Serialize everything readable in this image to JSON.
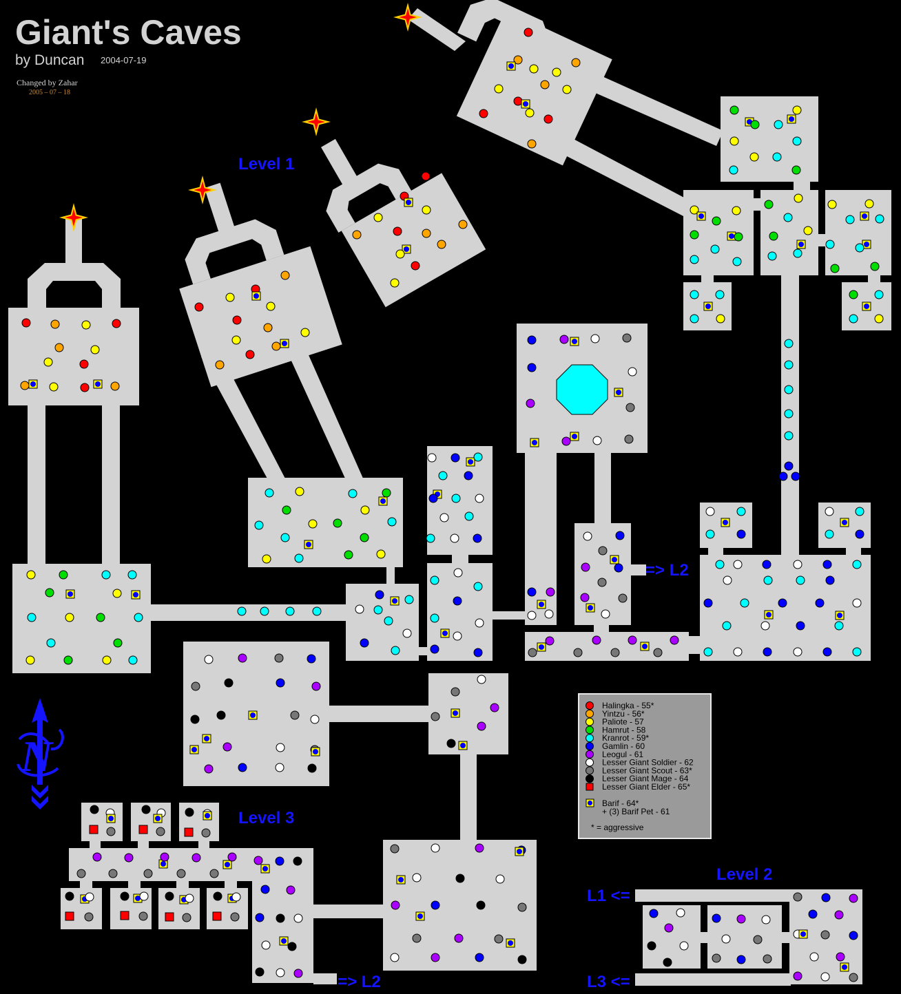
{
  "header": {
    "title": "Giant's Caves",
    "author": "by Duncan",
    "date": "2004-07-19",
    "changed_by": "Changed by Zahar",
    "changed_date": "2005 – 07 – 18"
  },
  "levels": {
    "level1": "Level 1",
    "level2": "Level 2",
    "level3": "Level 3"
  },
  "links": {
    "to_l2_a": "=> L2",
    "to_l2_b": "=> L2",
    "to_l1": "L1 <=",
    "to_l3": "L3 <="
  },
  "compass": {
    "icon": "north-compass-icon",
    "letter": "N"
  },
  "legend": {
    "items": [
      {
        "label": "Halingka - 55*",
        "color": "#ff0000",
        "shape": "circle"
      },
      {
        "label": "Yintzu - 56*",
        "color": "#ffa500",
        "shape": "circle"
      },
      {
        "label": "Paliote - 57",
        "color": "#ffff00",
        "shape": "circle"
      },
      {
        "label": "Hamrut - 58",
        "color": "#00dd00",
        "shape": "circle"
      },
      {
        "label": "Kranrot - 59*",
        "color": "#00ffff",
        "shape": "circle"
      },
      {
        "label": "Gamlin - 60",
        "color": "#0000ff",
        "shape": "circle"
      },
      {
        "label": "Leogul - 61",
        "color": "#aa00ff",
        "shape": "circle"
      },
      {
        "label": "Lesser Giant Soldier - 62",
        "color": "#ffffff",
        "shape": "circle"
      },
      {
        "label": "Lesser Giant Scout - 63*",
        "color": "#777777",
        "shape": "circle"
      },
      {
        "label": "Lesser Giant Mage - 64",
        "color": "#000000",
        "shape": "circle"
      },
      {
        "label": "Lesser Giant Elder - 65*",
        "color": "#ff0000",
        "shape": "square"
      }
    ],
    "barif": "Barif - 64*",
    "barif_pet": "+ (3) Barif Pet - 61",
    "note": "* = aggressive"
  },
  "colors": {
    "R": "#ff0000",
    "O": "#ffa500",
    "Y": "#ffff00",
    "G": "#00dd00",
    "C": "#00ffff",
    "B": "#0000ff",
    "P": "#aa00ff",
    "W": "#ffffff",
    "S": "#777777",
    "K": "#000000",
    "room": "#d3d3d3",
    "label": "#1414ff",
    "star": "#ff0000"
  }
}
